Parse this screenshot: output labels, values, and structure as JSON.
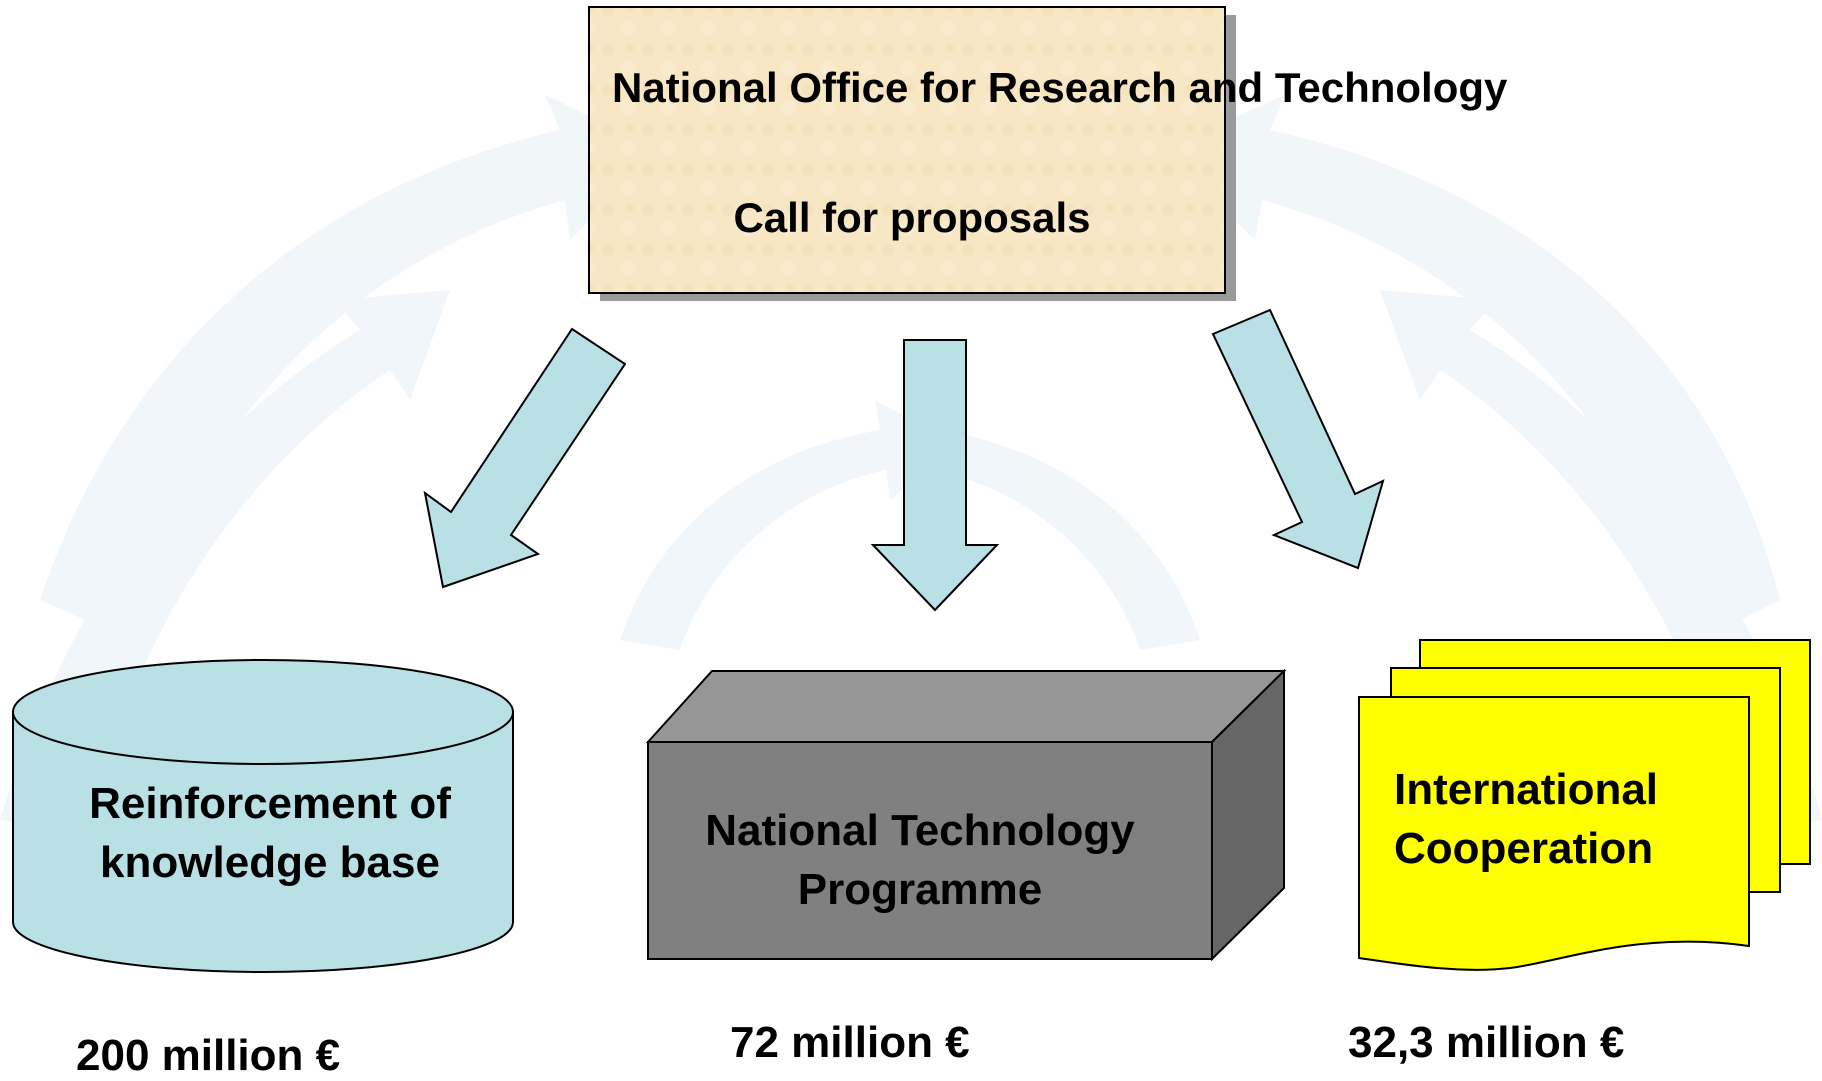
{
  "header": {
    "title": "National Office for Research and Technology",
    "subtitle": "Call for proposals"
  },
  "targets": [
    {
      "label": "Reinforcement of knowledge base",
      "amount": "200 million €",
      "shape": "cylinder",
      "color": "#B9E0E4"
    },
    {
      "label": "National Technology Programme",
      "amount": "72 million €",
      "shape": "3d-box",
      "color": "#808080"
    },
    {
      "label": "International Cooperation",
      "amount": "32,3 million €",
      "shape": "multi-document",
      "color": "#FFFF00"
    }
  ],
  "colors": {
    "header_fill": "#F7E7C5",
    "arrow_fill": "#B9E0E4",
    "background_swirl": "#EEF5F8"
  }
}
